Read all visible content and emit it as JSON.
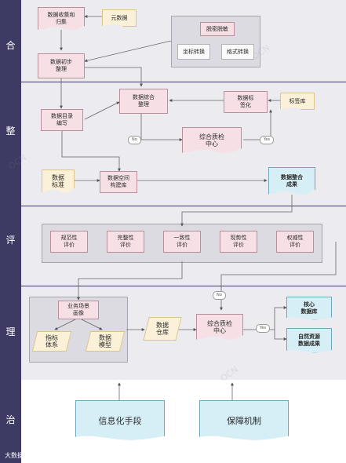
{
  "sidebar": {
    "sections": [
      {
        "label": "合"
      },
      {
        "label": "整"
      },
      {
        "label": "评"
      },
      {
        "label": "理"
      },
      {
        "label": "治"
      }
    ]
  },
  "he": {
    "collect": "数据收集和\n归集",
    "metadata": "元数据",
    "desensitize": "脱密脱敏",
    "coord": "坐标转换",
    "format": "格式转换",
    "initial": "数据初步\n整理"
  },
  "zheng": {
    "integrate": "数据综合\n整理",
    "tagging": "数据标\n签化",
    "taglib": "标签库",
    "catalog": "数据目录\n编写",
    "quality": "综合质检\n中心",
    "no": "No",
    "yes": "Yes",
    "standard": "数据\n标准",
    "spatial": "数据空间\n构建库",
    "result": "数据整合\n成果"
  },
  "ping": {
    "items": [
      {
        "label": "规范性\n评价"
      },
      {
        "label": "完整性\n评价"
      },
      {
        "label": "一致性\n评价"
      },
      {
        "label": "现势性\n评价"
      },
      {
        "label": "权威性\n评价"
      }
    ]
  },
  "li": {
    "portrait": "业务场景\n画像",
    "indicator": "指标\n体系",
    "model": "数据\n模型",
    "warehouse": "数据\n仓库",
    "quality": "综合质检\n中心",
    "no": "No",
    "yes": "Yes",
    "core": "核心\n数据库",
    "natural": "自然资源\n数据成果"
  },
  "zhi": {
    "means": "信息化手段",
    "guarantee": "保障机制"
  },
  "footer": {
    "logo": "大数据"
  }
}
